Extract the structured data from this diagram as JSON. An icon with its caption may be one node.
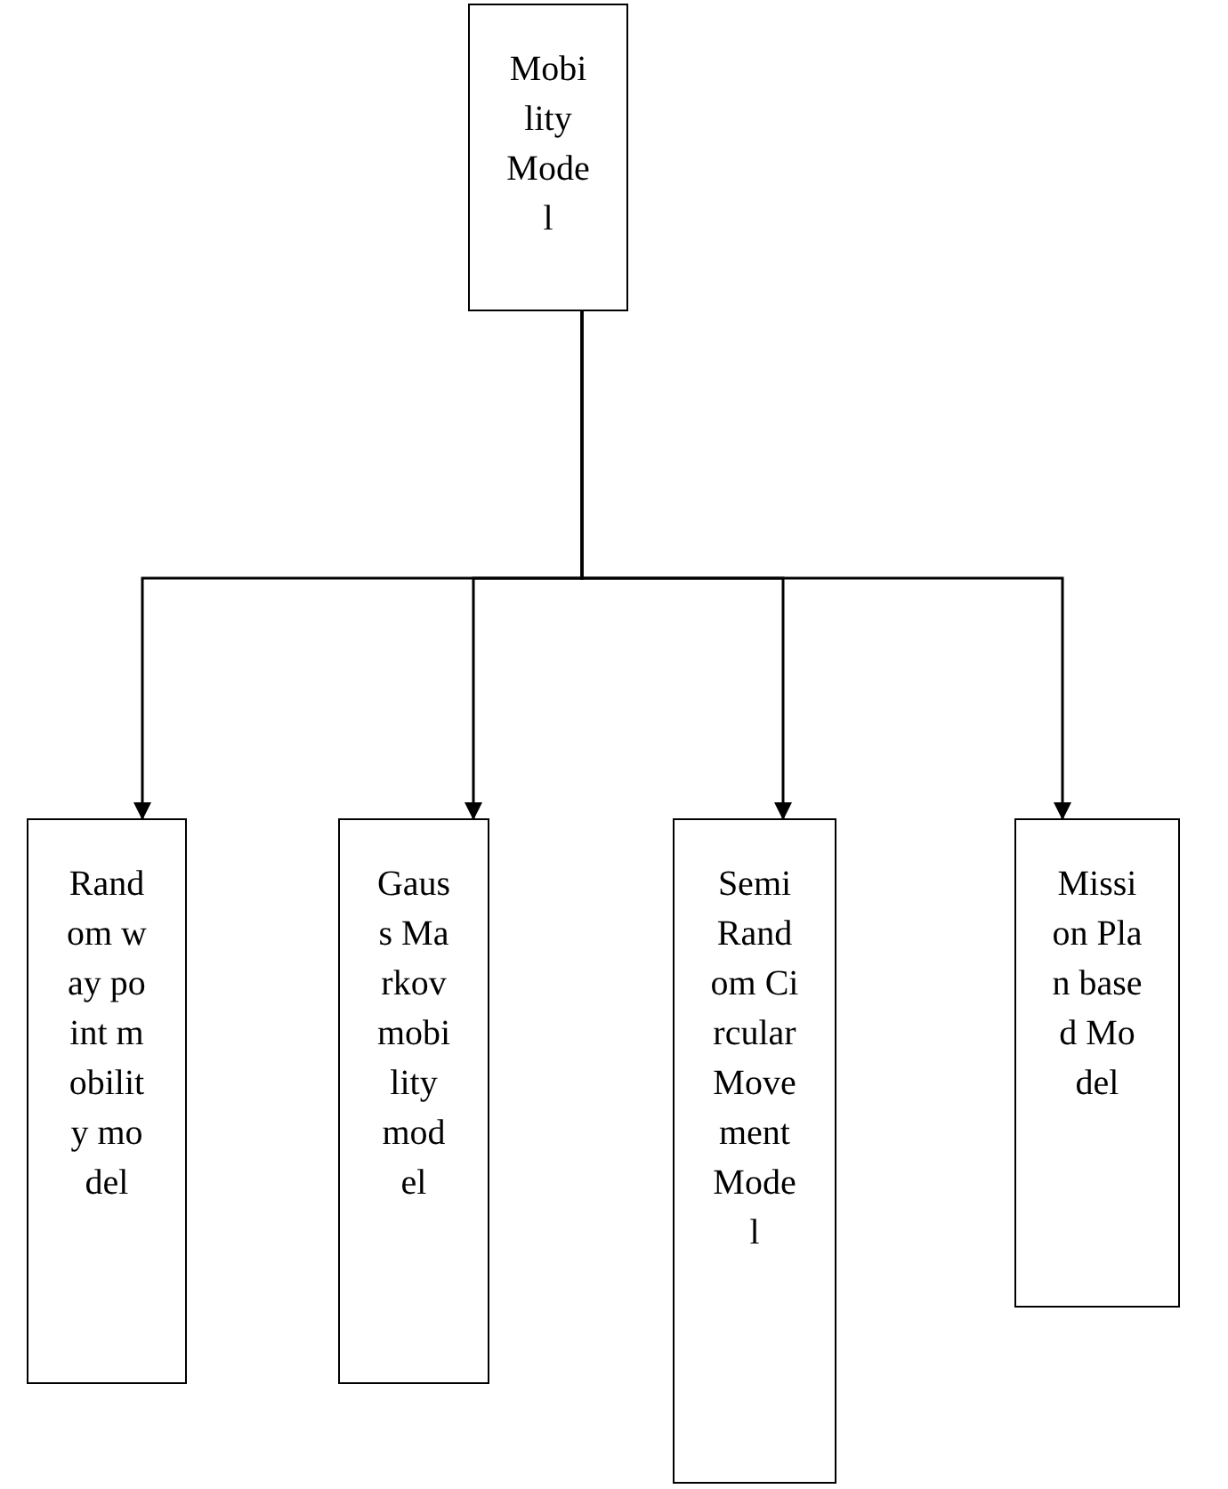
{
  "diagram": {
    "nodes": [
      {
        "text": [
          "Mobility Model"
        ]
      },
      {
        "text": [
          "Random way point mobility model"
        ]
      },
      {
        "text": [
          "Gauss Markov mobility model"
        ]
      },
      {
        "text": [
          "Semi Random Circular Movement Model"
        ]
      },
      {
        "text": [
          "Mission Plan based Model"
        ]
      }
    ],
    "edges": [
      {
        "from": 0,
        "to": 1,
        "arrow": "to"
      },
      {
        "from": 0,
        "to": 2,
        "arrow": "to"
      },
      {
        "from": 0,
        "to": 3,
        "arrow": "to"
      },
      {
        "from": 0,
        "to": 4,
        "arrow": "to"
      }
    ]
  }
}
